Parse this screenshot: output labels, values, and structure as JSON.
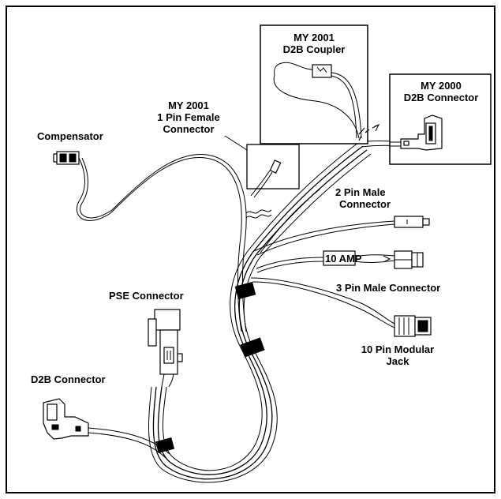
{
  "labels": {
    "my2001_coupler_line1": "MY 2001",
    "my2001_coupler_line2": "D2B Coupler",
    "my2000_line1": "MY 2000",
    "my2000_line2": "D2B Connector",
    "female_line1": "MY 2001",
    "female_line2": "1 Pin Female",
    "female_line3": "Connector",
    "compensator": "Compensator",
    "two_pin_line1": "2 Pin Male",
    "two_pin_line2": "Connector",
    "ten_amp": "10 AMP",
    "three_pin": "3 Pin Male Connector",
    "pse": "PSE Connector",
    "ten_pin_line1": "10 Pin Modular",
    "ten_pin_line2": "Jack",
    "d2b": "D2B Connector"
  }
}
